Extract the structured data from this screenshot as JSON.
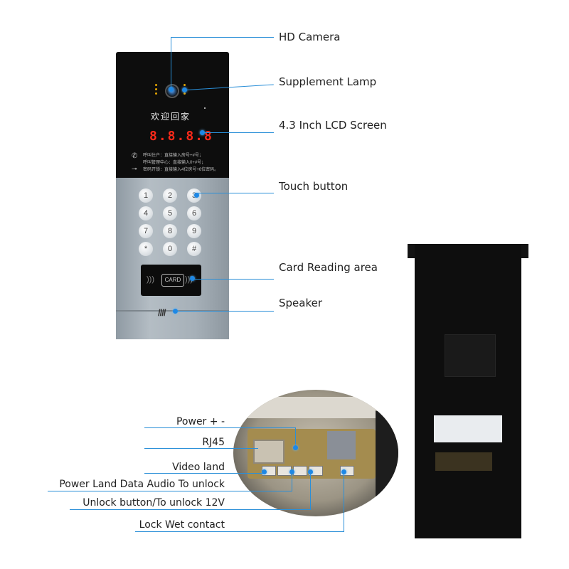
{
  "front_labels": {
    "hd_camera": "HD Camera",
    "supplement_lamp": "Supplement Lamp",
    "lcd_screen": "4.3 Inch LCD Screen",
    "touch_button": "Touch button",
    "card_reading": "Card Reading area",
    "speaker": "Speaker"
  },
  "panel": {
    "welcome": "欢迎回家",
    "display": "8.8.8.8",
    "instr_1": "呼叫住户：直接输入房号+#号；",
    "instr_2": "呼叫管理中心：直接输入0+#号；",
    "instr_3": "密码开锁：直接输入4位房号+6位密码。",
    "card_label": "CARD",
    "keys": [
      "1",
      "2",
      "3",
      "4",
      "5",
      "6",
      "7",
      "8",
      "9",
      "*",
      "0",
      "#"
    ]
  },
  "back_labels": {
    "power": "Power + -",
    "rj45": "RJ45",
    "video_land": "Video land",
    "power_data_audio": "Power Land Data Audio To unlock",
    "unlock_button": "Unlock button/To unlock 12V",
    "lock_wet": "Lock Wet contact"
  },
  "colors": {
    "accent": "#2a8fd8",
    "panel_black": "#0d0d0d",
    "panel_silver": "#a6b0b8",
    "segment_red": "#ff2a1a"
  }
}
